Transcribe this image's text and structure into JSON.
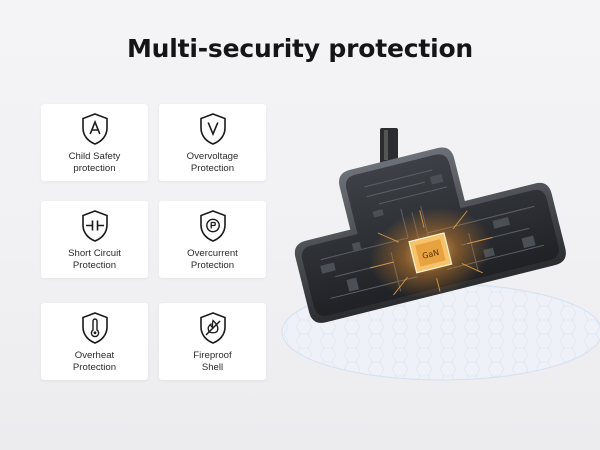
{
  "heading": "Multi-security protection",
  "features": [
    {
      "icon": "shield-letter-a-icon",
      "line1": "Child Safety",
      "line2": "protection"
    },
    {
      "icon": "shield-letter-v-icon",
      "line1": "Overvoltage",
      "line2": "Protection"
    },
    {
      "icon": "shield-short-circuit-icon",
      "line1": "Short Circuit",
      "line2": "Protection"
    },
    {
      "icon": "shield-overcurrent-icon",
      "line1": "Overcurrent",
      "line2": "Protection"
    },
    {
      "icon": "shield-thermometer-icon",
      "line1": "Overheat",
      "line2": "Protection"
    },
    {
      "icon": "shield-flame-icon",
      "line1": "Fireproof",
      "line2": "Shell"
    }
  ],
  "product": {
    "chip_label": "GaN"
  },
  "colors": {
    "background": "#f2f2f4",
    "card": "#ffffff",
    "text": "#151515",
    "device": "#2d2f34",
    "chip_glow": "#f0a23c"
  }
}
